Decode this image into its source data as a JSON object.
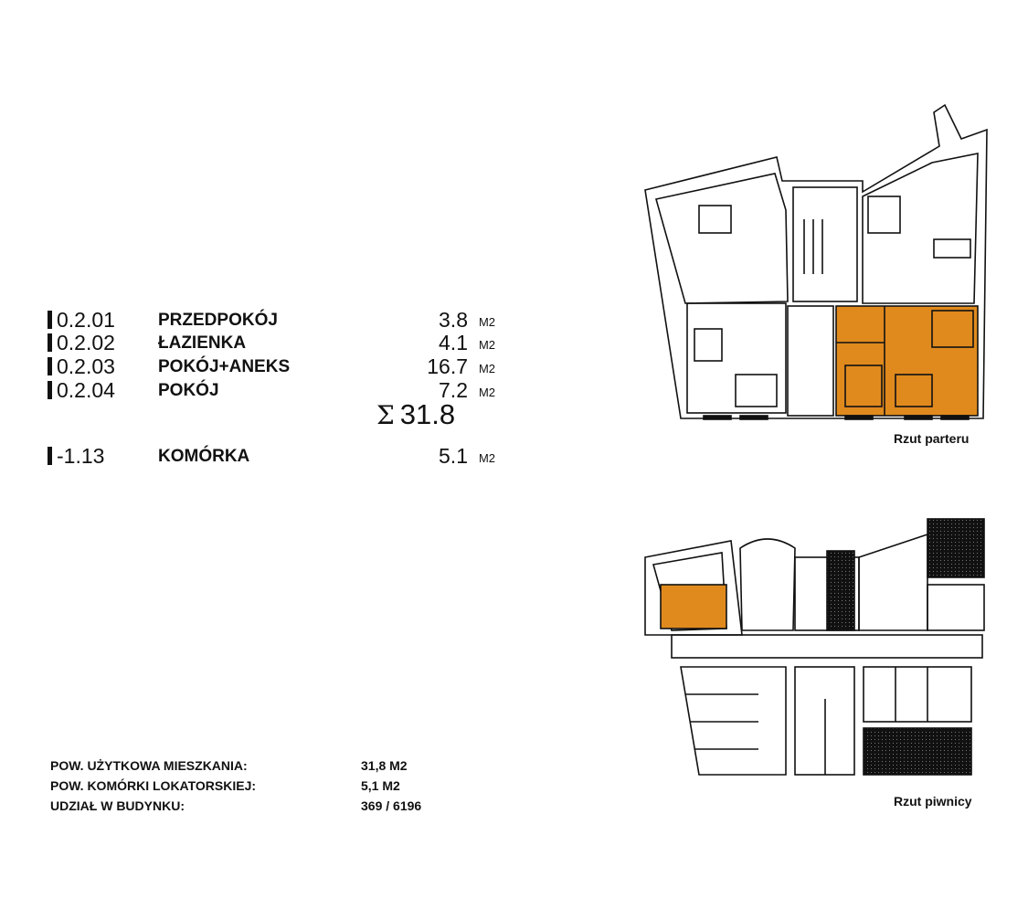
{
  "rooms": [
    {
      "code": "0.2.01",
      "name": "PRZEDPOKÓJ",
      "area": "3.8",
      "unit": "M2"
    },
    {
      "code": "0.2.02",
      "name": "ŁAZIENKA",
      "area": "4.1",
      "unit": "M2"
    },
    {
      "code": "0.2.03",
      "name": "POKÓJ+ANEKS",
      "area": "16.7",
      "unit": "M2"
    },
    {
      "code": "0.2.04",
      "name": "POKÓJ",
      "area": "7.2",
      "unit": "M2"
    }
  ],
  "sum": {
    "symbol": "Σ",
    "value": "31.8"
  },
  "storage": {
    "code": "-1.13",
    "name": "KOMÓRKA",
    "area": "5.1",
    "unit": "M2"
  },
  "summary": [
    {
      "label": "POW. UŻYTKOWA MIESZKANIA:",
      "value": "31,8 M2"
    },
    {
      "label": "POW. KOMÓRKI LOKATORSKIEJ:",
      "value": "5,1 M2"
    },
    {
      "label": "UDZIAŁ W BUDYNKU:",
      "value": "369 / 6196"
    }
  ],
  "plans": {
    "ground_caption": "Rzut parteru",
    "basement_caption": "Rzut piwnicy"
  },
  "colors": {
    "highlight": "#E08A1E",
    "line": "#111111"
  }
}
